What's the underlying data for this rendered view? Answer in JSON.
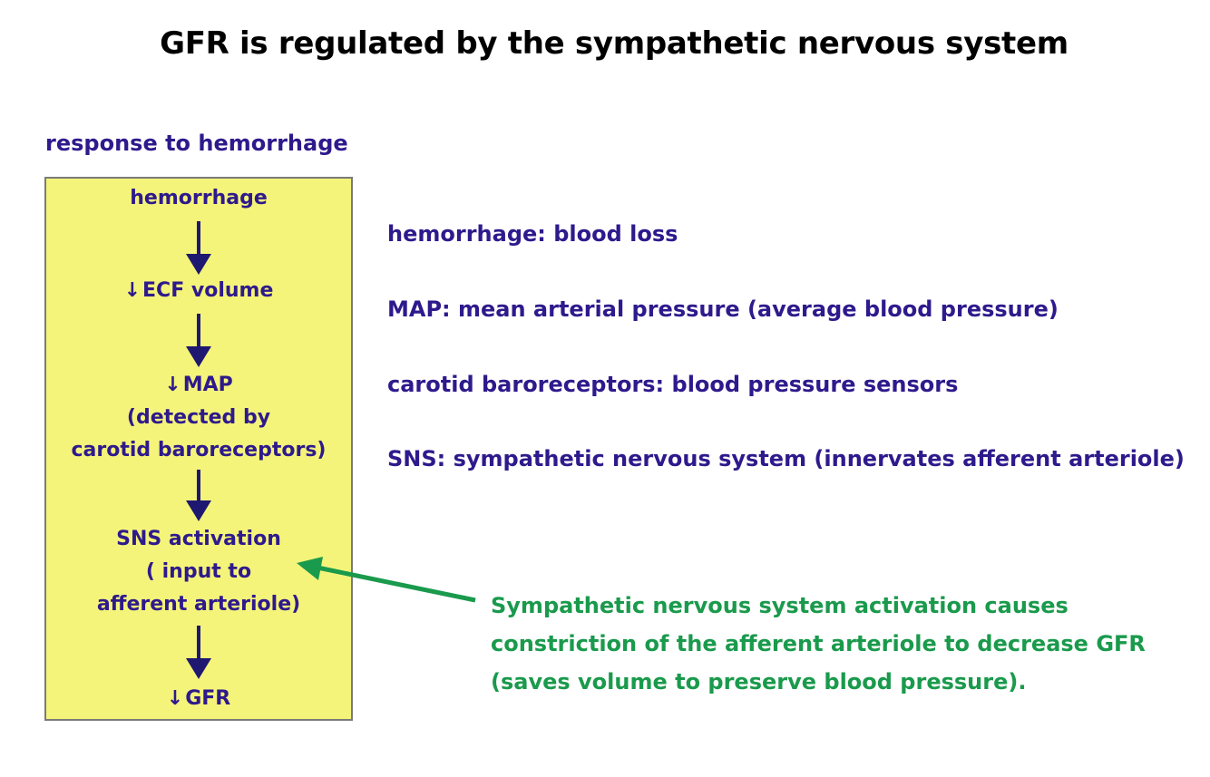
{
  "title": "GFR is regulated by the sympathetic nervous system",
  "subtitle": "response to hemorrhage",
  "flow": {
    "step1": "hemorrhage",
    "step2_arrow": "↓",
    "step2": "ECF volume",
    "step3_arrow": "↓",
    "step3": "MAP",
    "step3_line2": "(detected by",
    "step3_line3": "carotid baroreceptors)",
    "step4": "SNS activation",
    "step4_line2": "( input to",
    "step4_line3": "afferent arteriole)",
    "step5_arrow": "↓",
    "step5": "GFR"
  },
  "definitions": [
    "hemorrhage:  blood loss",
    "MAP:  mean arterial pressure (average blood pressure)",
    "carotid baroreceptors:  blood pressure sensors",
    "SNS:  sympathetic nervous system (innervates afferent arteriole)"
  ],
  "note": {
    "line1": "Sympathetic nervous system activation causes",
    "line2": "constriction of the afferent arteriole to decrease GFR",
    "line3": "(saves volume to preserve blood pressure)."
  },
  "colors": {
    "text_blue": "#2e1a8c",
    "note_green": "#1a9a4c",
    "box_fill": "#f5f47a",
    "arrow_navy": "#1e1870",
    "arrow_green": "#1a9a4c"
  }
}
